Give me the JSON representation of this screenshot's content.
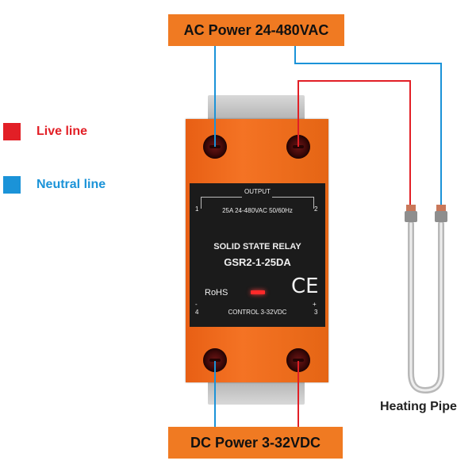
{
  "labels": {
    "ac_power": "AC Power 24-480VAC",
    "dc_power": "DC Power 3-32VDC",
    "heating_pipe": "Heating Pipe"
  },
  "legend": [
    {
      "label": "Live line",
      "color": "#e21f26"
    },
    {
      "label": "Neutral line",
      "color": "#1b93d8"
    }
  ],
  "relay": {
    "output_label": "OUTPUT",
    "spec": "25A 24-480VAC 50/60Hz",
    "type": "SOLID STATE RELAY",
    "model": "GSR2-1-25DA",
    "rohs": "RoHS",
    "ce": "CE",
    "control": "CONTROL 3-32VDC",
    "pins": {
      "p1": "1",
      "p2": "2",
      "p3": "3",
      "p4": "4",
      "minus": "-",
      "plus": "+"
    }
  },
  "colors": {
    "live": "#e21f26",
    "neutral": "#1b93d8",
    "relay_body": "#f47324",
    "label_box": "#f07a22"
  }
}
